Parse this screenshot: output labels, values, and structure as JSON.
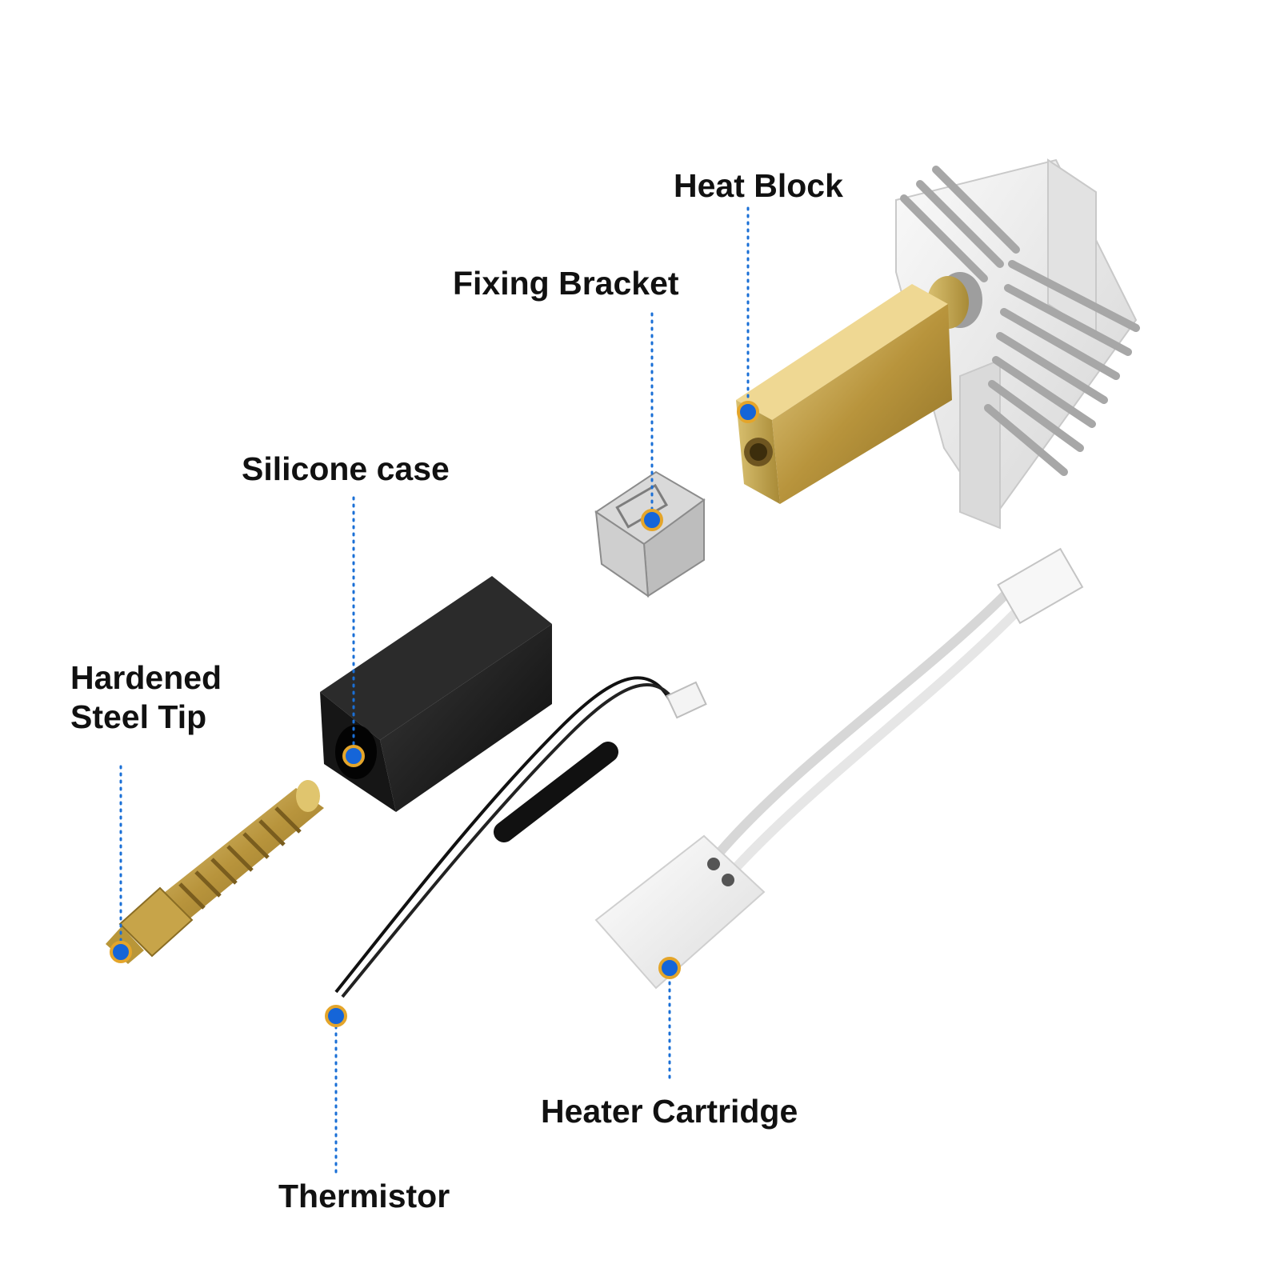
{
  "colors": {
    "leader_line": "#1a6fd6",
    "marker_fill": "#1565d8",
    "marker_ring": "#e4a52a",
    "brass": "#c8a84b",
    "aluminum": "#e9e9e9",
    "silicone": "#141414"
  },
  "labels": {
    "heat_block": "Heat Block",
    "fixing_bracket": "Fixing Bracket",
    "silicone_case": "Silicone case",
    "hardened_tip_line1": "Hardened",
    "hardened_tip_line2": "Steel Tip",
    "thermistor": "Thermistor",
    "heater_cartridge": "Heater Cartridge"
  }
}
